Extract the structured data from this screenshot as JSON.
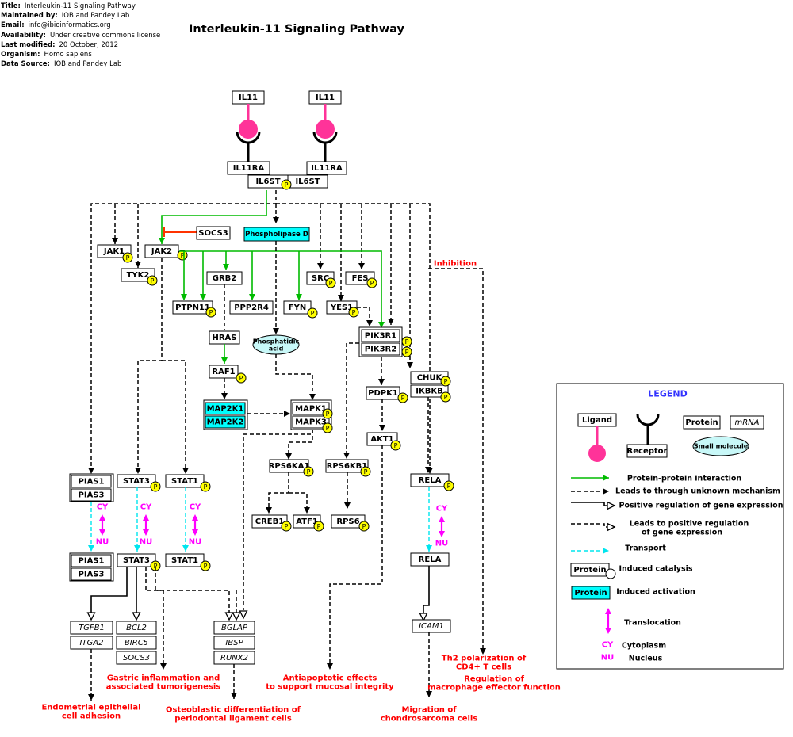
{
  "meta": {
    "title_label": "Title:",
    "title_value": "Interleukin-11 Signaling Pathway",
    "maintainer_label": "Maintained by:",
    "maintainer_value": "IOB and Pandey Lab",
    "email_label": "Email:",
    "email_value": "info@ibioinformatics.org",
    "availability_label": "Availability:",
    "availability_value": "Under creative commons license",
    "modified_label": "Last modified:",
    "modified_value": "20 October, 2012",
    "organism_label": "Organism:",
    "organism_value": "Homo sapiens",
    "source_label": "Data Source:",
    "source_value": "IOB and Pandey Lab"
  },
  "diagram_title": "Interleukin-11 Signaling Pathway",
  "phospho_label": "P",
  "nodes": {
    "il11_1": "IL11",
    "il11_2": "IL11",
    "il11ra_1": "IL11RA",
    "il11ra_2": "IL11RA",
    "il6st_1": "IL6ST",
    "il6st_2": "IL6ST",
    "jak1": "JAK1",
    "jak2": "JAK2",
    "tyk2": "TYK2",
    "socs3": "SOCS3",
    "pld": "Phospholipase D",
    "grb2": "GRB2",
    "src": "SRC",
    "fes": "FES",
    "ptpn11": "PTPN11",
    "ppp2r4": "PPP2R4",
    "fyn": "FYN",
    "yes1": "YES1",
    "pik3r1": "PIK3R1",
    "pik3r2": "PIK3R2",
    "hras": "HRAS",
    "pa_line1": "Phosphatidic",
    "pa_line2": "acid",
    "raf1": "RAF1",
    "map2k1": "MAP2K1",
    "map2k2": "MAP2K2",
    "mapk1": "MAPK1",
    "mapk3": "MAPK3",
    "pdpk1": "PDPK1",
    "akt1": "AKT1",
    "chuk": "CHUK",
    "ikbkb": "IKBKB",
    "rps6ka1": "RPS6KA1",
    "rps6kb1": "RPS6KB1",
    "creb1": "CREB1",
    "atf1": "ATF1",
    "rps6": "RPS6",
    "pias1_a": "PIAS1",
    "pias3_a": "PIAS3",
    "stat3_a": "STAT3",
    "stat1_a": "STAT1",
    "rela_a": "RELA",
    "pias1_b": "PIAS1",
    "pias3_b": "PIAS3",
    "stat3_b": "STAT3",
    "stat1_b": "STAT1",
    "rela_b": "RELA",
    "tgfb1": "TGFB1",
    "itga2": "ITGA2",
    "bcl2": "BCL2",
    "birc5": "BIRC5",
    "socs3_m": "SOCS3",
    "bglap": "BGLAP",
    "ibsp": "IBSP",
    "runx2": "RUNX2",
    "icam1": "ICAM1"
  },
  "loc": {
    "cy": "CY",
    "nu": "NU"
  },
  "outcomes": {
    "inhibition": "Inhibition",
    "th2_1": "Th2 polarization of",
    "th2_2": "CD4+ T cells",
    "reg_1": "Regulation of",
    "reg_2": "macrophage effector function",
    "gastric_1": "Gastric inflammation and",
    "gastric_2": "associated tumorigenesis",
    "anti_1": "Antiapoptotic effects",
    "anti_2": "to support mucosal integrity",
    "endo_1": "Endometrial epithelial",
    "endo_2": "cell adhesion",
    "osteo_1": "Osteoblastic differentiation of",
    "osteo_2": "periodontal ligament cells",
    "migr_1": "Migration of",
    "migr_2": "chondrosarcoma cells"
  },
  "legend": {
    "title": "LEGEND",
    "ligand": "Ligand",
    "receptor": "Receptor",
    "protein": "Protein",
    "mrna": "mRNA",
    "small_molecule": "Small molecule",
    "ppi": "Protein-protein interaction",
    "unknown": "Leads to through unknown mechanism",
    "pos_reg": "Positive regulation of gene expression",
    "leads_pos_1": "Leads to positive regulation",
    "leads_pos_2": "of gene expression",
    "transport": "Transport",
    "cat_box": "Protein",
    "induced_catalysis": "Induced catalysis",
    "act_box": "Protein",
    "induced_activation": "Induced activation",
    "translocation": "Translocation",
    "cy": "CY",
    "cytoplasm": "Cytoplasm",
    "nu": "NU",
    "nucleus": "Nucleus"
  },
  "colors": {
    "ppi": "#00bb00",
    "ligand": "#ff3399",
    "inhibit": "#ff3300",
    "activation": "#00ffff",
    "phospho": "#ffff00",
    "translocation": "#ff00ff",
    "transport": "#00e5ee",
    "outcome": "#ff0000",
    "legend_title": "#3333ff",
    "small_molecule": "#c8f8f8"
  }
}
